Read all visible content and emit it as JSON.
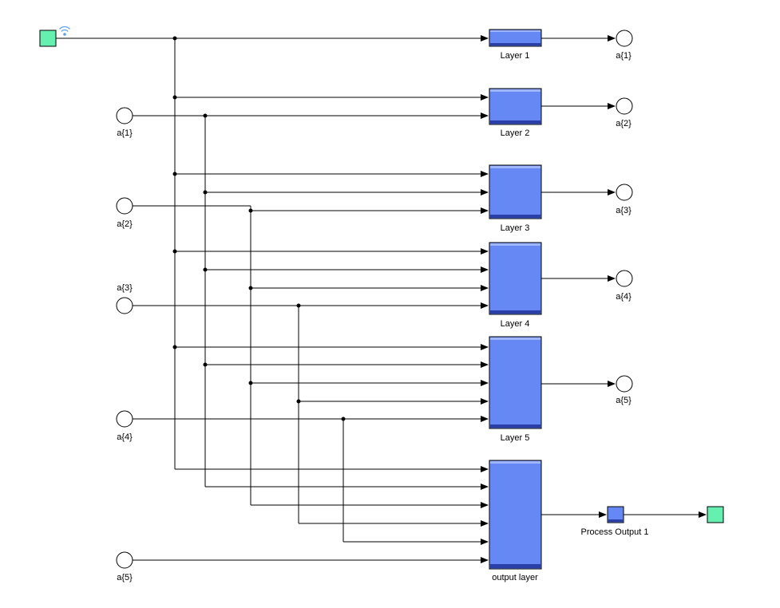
{
  "diagram": {
    "colors": {
      "layer_fill": "#6688f5",
      "layer_dark": "#2b3fa8",
      "port_fill": "#66f0b0",
      "wire": "#000000",
      "wifi": "#5aa0f0"
    },
    "input_port": {
      "icon": "wifi-icon"
    },
    "layers": [
      {
        "label": "Layer 1"
      },
      {
        "label": "Layer 2"
      },
      {
        "label": "Layer 3"
      },
      {
        "label": "Layer 4"
      },
      {
        "label": "Layer 5"
      },
      {
        "label": "output layer"
      }
    ],
    "goto_tags": [
      "a{1}",
      "a{2}",
      "a{3}",
      "a{4}",
      "a{5}"
    ],
    "from_tags": [
      "a{1}",
      "a{2}",
      "a{3}",
      "a{4}",
      "a{5}"
    ],
    "process_block": {
      "label": "Process Output 1"
    }
  }
}
